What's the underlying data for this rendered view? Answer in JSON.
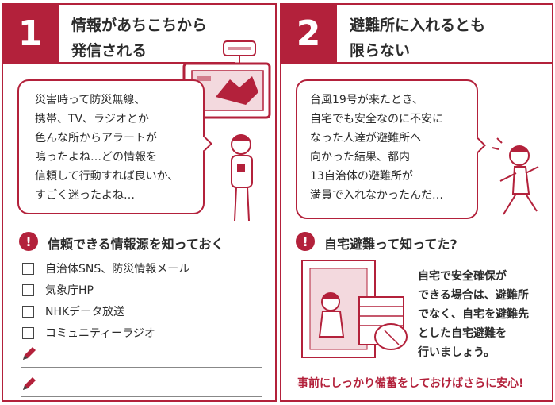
{
  "panel1": {
    "number": "1",
    "title_lines": [
      "情報があちこちから",
      "発信される"
    ],
    "bubble_lines": [
      "災害時って防災無線、",
      "携帯、TV、ラジオとか",
      "色んな所からアラートが",
      "鳴ったよね…どの情報を",
      "信頼して行動すれば良いか、",
      "すごく迷ったよね…"
    ],
    "section_heading": "信頼できる情報源を知っておく",
    "checklist": [
      "自治体SNS、防災情報メール",
      "気象庁HP",
      "NHKデータ放送",
      "コミュニティーラジオ"
    ]
  },
  "panel2": {
    "number": "2",
    "title_lines": [
      "避難所に入れるとも",
      "限らない"
    ],
    "bubble_lines": [
      "台風19号が来たとき、",
      "自宅でも安全なのに不安に",
      "なった人達が避難所へ",
      "向かった結果、都内",
      "13自治体の避難所が",
      "満員で入れなかったんだ…"
    ],
    "section_heading": "自宅避難って知ってた?",
    "description_lines": [
      "自宅で安全確保が",
      "できる場合は、避難所",
      "でなく、自宅を避難先",
      "とした自宅避難を",
      "行いましょう。"
    ],
    "footer": "事前にしっかり備蓄をしておけばさらに安心!"
  },
  "icons": {
    "exclamation": "!"
  },
  "colors": {
    "accent": "#b3213b",
    "text": "#2b2b2b"
  }
}
